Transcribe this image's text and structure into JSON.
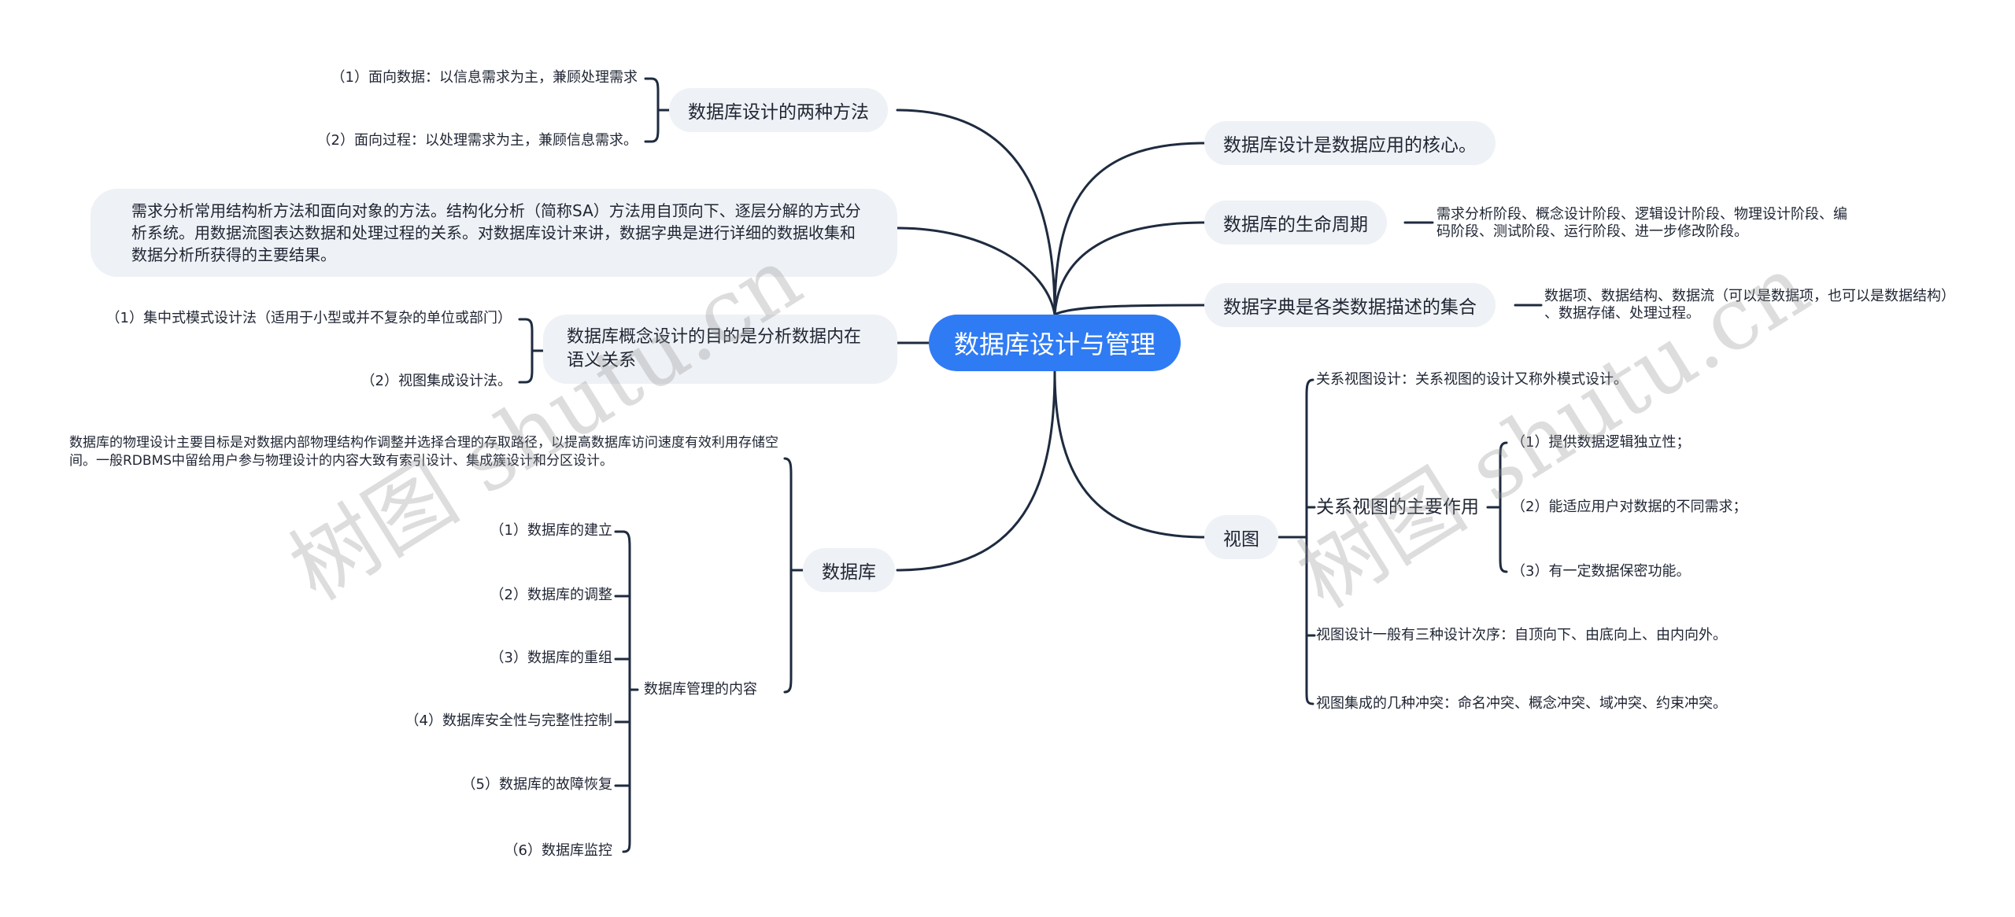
{
  "root": "数据库设计与管理",
  "left": {
    "two_methods": {
      "label": "数据库设计的两种方法",
      "items": [
        "（1）面向数据：以信息需求为主，兼顾处理需求",
        "（2）面向过程：以处理需求为主，兼顾信息需求。"
      ]
    },
    "requirements_analysis": "需求分析常用结构析方法和面向对象的方法。结构化分析（简称SA）方法用自顶向下、逐层分解的方式分析系统。用数据流图表达数据和处理过程的关系。对数据库设计来讲，数据字典是进行详细的数据收集和数据分析所获得的主要结果。",
    "conceptual": {
      "label": "数据库概念设计的目的是分析数据内在语义关系",
      "items": [
        "（1）集中式模式设计法（适用于小型或并不复杂的单位或部门）",
        "（2）视图集成设计法。"
      ]
    },
    "database": {
      "label": "数据库",
      "physical": "数据库的物理设计主要目标是对数据内部物理结构作调整并选择合理的存取路径，以提高数据库访问速度有效利用存储空间。一般RDBMS中留给用户参与物理设计的内容大致有索引设计、集成簇设计和分区设计。",
      "management": {
        "label": "数据库管理的内容",
        "items": [
          "（1）数据库的建立",
          "（2）数据库的调整",
          "（3）数据库的重组",
          "（4）数据库安全性与完整性控制",
          "（5）数据库的故障恢复",
          "（6）数据库监控"
        ]
      }
    }
  },
  "right": {
    "core": "数据库设计是数据应用的核心。",
    "lifecycle": {
      "label": "数据库的生命周期",
      "detail": [
        "需求分析阶段、概念设计阶段、逻辑设计阶段、物理设计阶段、编",
        "码阶段、测试阶段、运行阶段、进一步修改阶段。"
      ]
    },
    "dictionary": {
      "label": "数据字典是各类数据描述的集合",
      "detail": [
        "数据项、数据结构、数据流（可以是数据项，也可以是数据结构）",
        "、数据存储、处理过程。"
      ]
    },
    "view": {
      "label": "视图",
      "relation_design": "关系视图设计：关系视图的设计又称外模式设计。",
      "relation_role": {
        "label": "关系视图的主要作用",
        "items": [
          "（1）提供数据逻辑独立性；",
          "（2）能适应用户对数据的不同需求；",
          "（3）有一定数据保密功能。"
        ]
      },
      "design_order": "视图设计一般有三种设计次序：自顶向下、由底向上、由内向外。",
      "conflicts": "视图集成的几种冲突：命名冲突、概念冲突、域冲突、约束冲突。"
    }
  },
  "watermarks": [
    "树图 shutu.cn",
    "树图 shutu.cn"
  ],
  "colors": {
    "root_fill": "#2f7bf4",
    "pill_fill": "#eef1f5",
    "line": "#1e2b3f",
    "text": "#1f2533"
  }
}
